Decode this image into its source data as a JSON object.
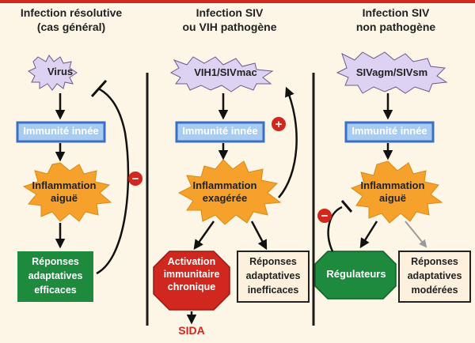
{
  "columns": [
    {
      "title": "Infection résolutive",
      "subtitle": "(cas général)",
      "virus": "Virus",
      "innate": "Immunité innée",
      "inflammation": [
        "Inflammation",
        "aiguë"
      ],
      "responses": [
        "Réponses",
        "adaptatives",
        "efficaces"
      ],
      "feedback_sign": "−"
    },
    {
      "title": "Infection SIV",
      "subtitle": "ou VIH pathogène",
      "virus": "VIH1/SIVmac",
      "innate": "Immunité innée",
      "innate_sign": "+",
      "inflammation": [
        "Inflammation",
        "exagérée"
      ],
      "activation": [
        "Activation",
        "immunitaire",
        "chronique"
      ],
      "responses": [
        "Réponses",
        "adaptatives",
        "inefficaces"
      ],
      "outcome": "SIDA"
    },
    {
      "title": "Infection SIV",
      "subtitle": "non pathogène",
      "virus": "SIVagm/SIVsm",
      "innate": "Immunité innée",
      "inflammation": [
        "Inflammation",
        "aiguë"
      ],
      "regulators": "Régulateurs",
      "responses": [
        "Réponses",
        "adaptatives",
        "modérées"
      ],
      "feedback_sign": "−"
    }
  ],
  "colors": {
    "virus_fill": "#ddd2f2",
    "innate_fill": "#a8ccf0",
    "innate_stroke": "#3a6fc8",
    "inflammation_fill": "#f5a12c",
    "adaptive_green": "#1d8a3e",
    "adaptive_cream": "#fdf0dc",
    "alarm_red": "#d0281e",
    "divider": "#1a1a1a"
  }
}
